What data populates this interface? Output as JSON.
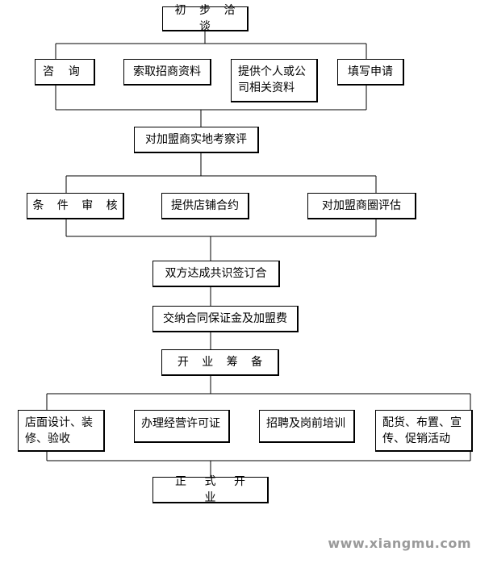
{
  "flow": {
    "step1": "初 步 洽 谈",
    "row1": [
      "咨    询",
      "索取招商资料",
      "提供个人或公司相关资料",
      "填写申请"
    ],
    "step2": "对加盟商实地考察评",
    "row2": [
      "条 件 审 核",
      "提供店铺合约",
      "对加盟商圈评估"
    ],
    "step3": "双方达成共识签订合",
    "step4": "交纳合同保证金及加盟费",
    "step5": "开 业 筹 备",
    "row3": [
      "店面设计、装修、验收",
      "办理经营许可证",
      "招聘及岗前培训",
      "配货、布置、宣传、促销活动"
    ],
    "step6": "正 式 开 业"
  },
  "watermark": "www.xiangmu.com"
}
